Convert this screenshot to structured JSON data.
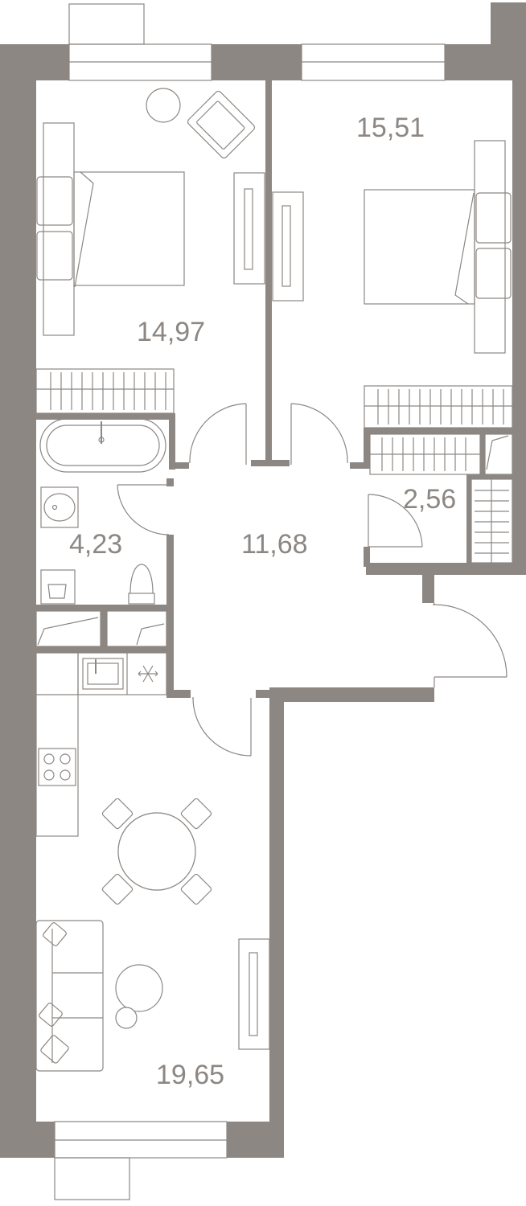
{
  "plan": {
    "rooms": [
      {
        "id": "bedroom-1",
        "area": "14,97"
      },
      {
        "id": "bedroom-2",
        "area": "15,51"
      },
      {
        "id": "hall",
        "area": "11,68"
      },
      {
        "id": "bathroom",
        "area": "4,23"
      },
      {
        "id": "storage",
        "area": "2,56"
      },
      {
        "id": "living-kitchen",
        "area": "19,65"
      }
    ]
  },
  "colors": {
    "wall": "#8c8783",
    "background": "#ffffff"
  }
}
